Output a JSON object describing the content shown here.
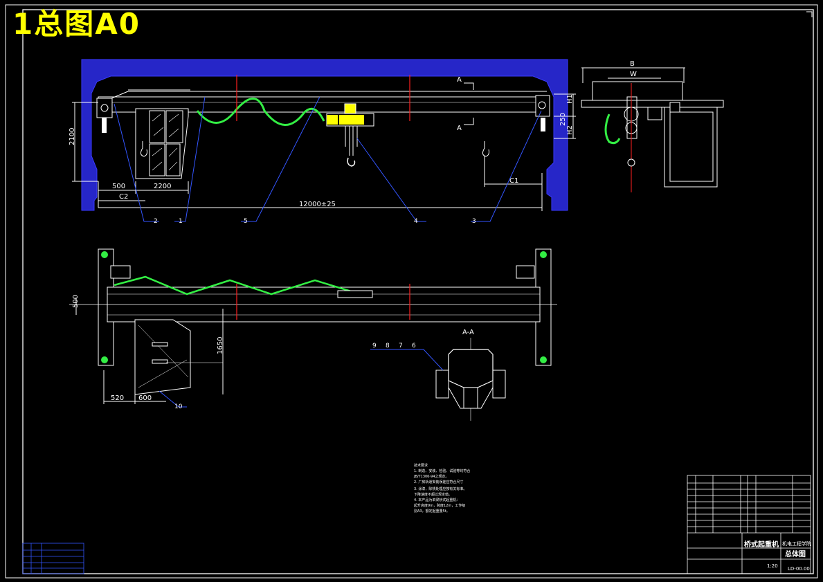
{
  "sheet": {
    "title": "1总图A0"
  },
  "elevation_view": {
    "span": "12000±25",
    "left_height": "2100",
    "cab_width": "2200",
    "offset_500": "500",
    "c2_label": "C2",
    "c1_label": "C1",
    "h1_label": "H1",
    "h2_label": "H2",
    "h_250": "250",
    "section_mark": "A",
    "callouts": [
      "2",
      "1",
      "5",
      "4",
      "3"
    ]
  },
  "side_view": {
    "b_label": "B",
    "w_label": "W"
  },
  "plan_view": {
    "width_500": "500",
    "cab_depth": "1650",
    "cab_520": "520",
    "cab_600": "600",
    "callout_10": "10"
  },
  "section_view": {
    "title": "A-A",
    "callouts": [
      "9",
      "8",
      "7",
      "6"
    ]
  },
  "technical_notes": {
    "heading": "技术要求",
    "lines": [
      "1. 制造、安装、检验、试验等均符合",
      "JB/T1306-94之规定。",
      "2. 厂房轨道安装误差应符合尺寸",
      "3. 涂漆，除锈处理应按有关标准。",
      "下降速度不超过规定值。",
      "4. 本产品为单梁桥式起重机：",
      "起升高度9m，跨度12m，工作级",
      "别A3，额定起重量5t。"
    ]
  },
  "title_block": {
    "product": "桥式起重机",
    "drawing_name": "总体图",
    "school": "机电工程学院",
    "scale": "1:20",
    "code": "LD-00.00"
  },
  "colors": {
    "line": "#ffffff",
    "wall": "#2626c8",
    "center": "#ff2020",
    "cable": "#33ee44",
    "trolley": "#ffff00",
    "leader": "#3355ff",
    "title": "#ffff00"
  }
}
